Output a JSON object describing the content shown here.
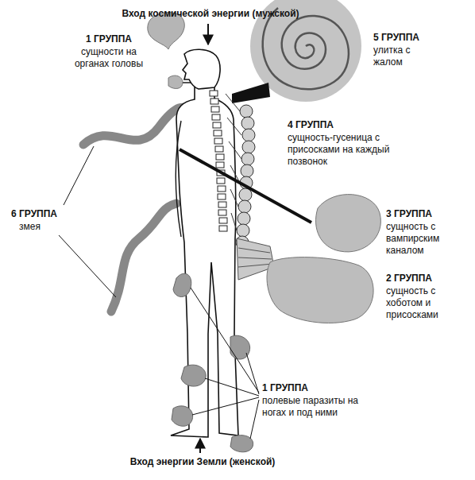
{
  "diagram": {
    "labels": [
      "Вход космической энергии (мужской)",
      "1 ГРУППА",
      "сущности на органах головы",
      "5 ГРУППА",
      "улитка с жалом",
      "4 ГРУППА",
      "сущность-гусеница с присосками на каждый позвонок",
      "6 ГРУППА",
      "змея",
      "3 ГРУППА",
      "сущность с вампирским каналом",
      "2 ГРУППА",
      "сущность с хоботом и присосками",
      "1 ГРУППА",
      "полевые паразиты на ногах и под ними",
      "Вход энергии Земли (женской)"
    ]
  }
}
